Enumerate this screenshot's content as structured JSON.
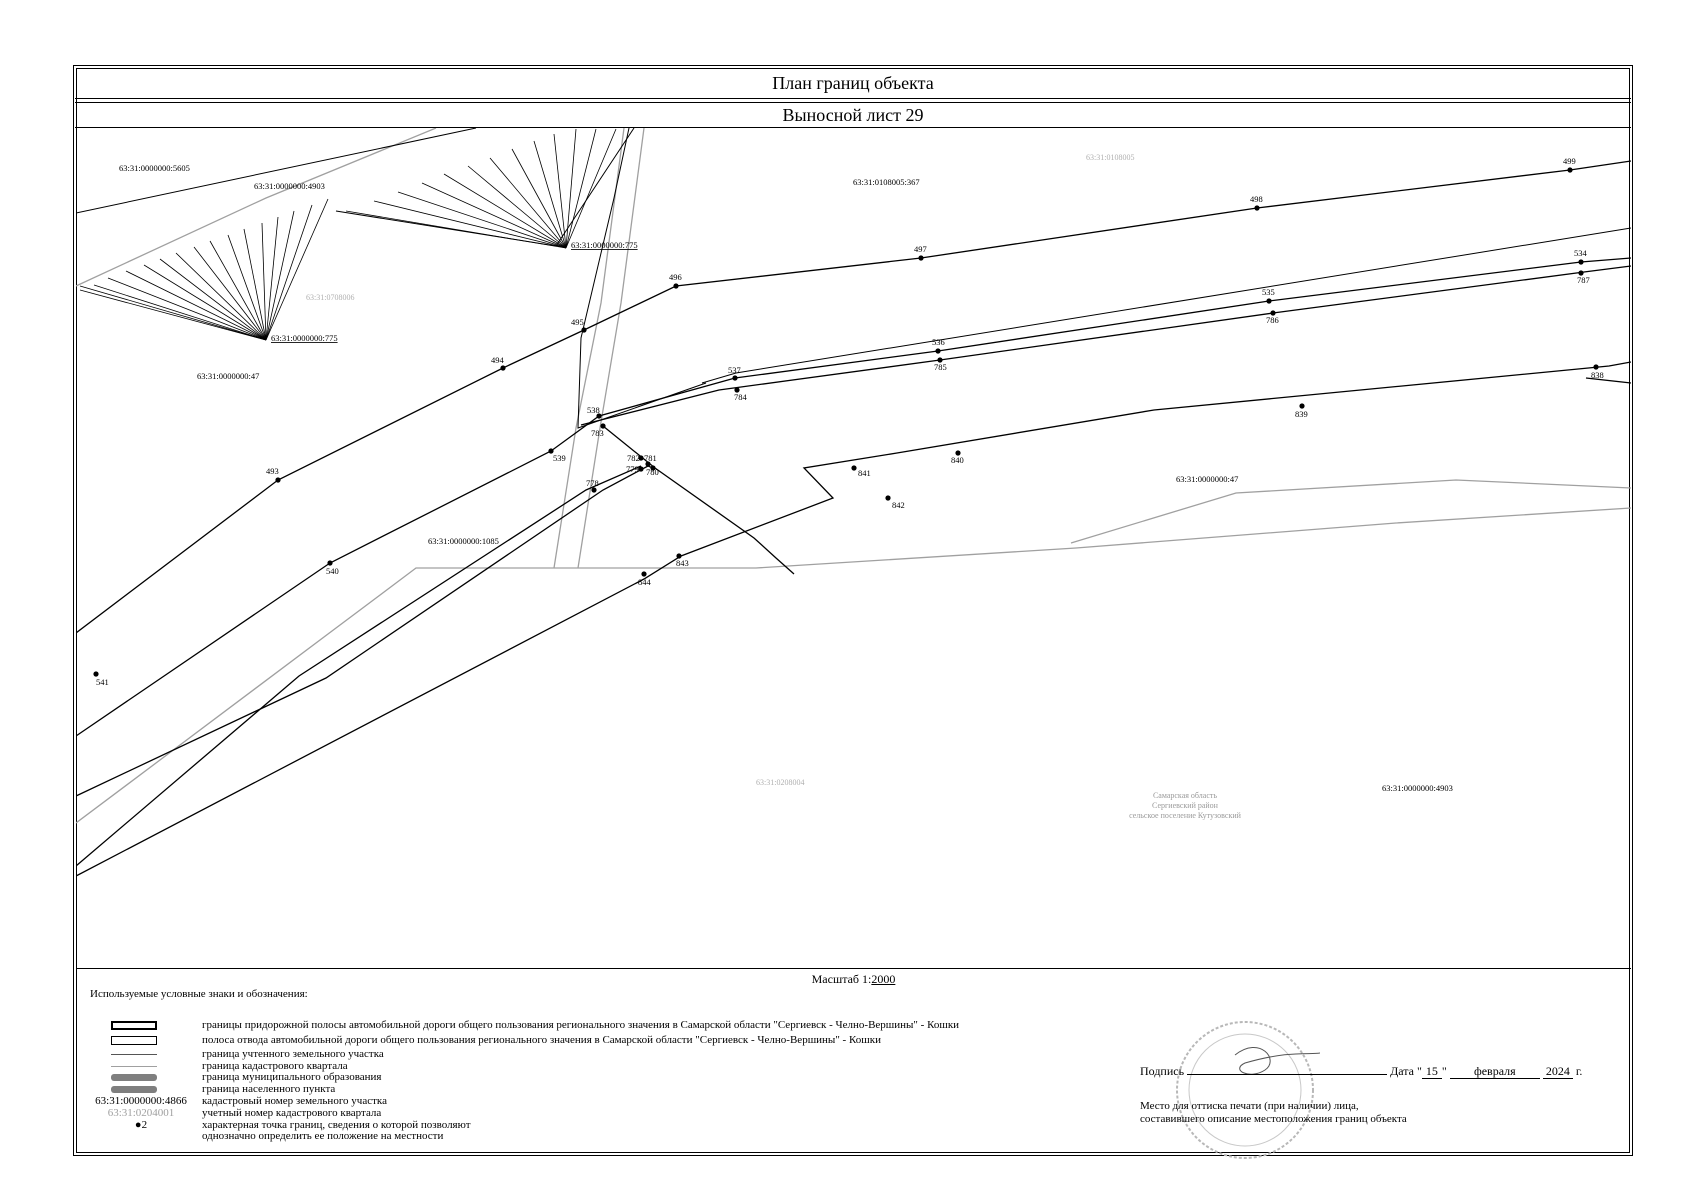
{
  "header": {
    "title": "План границ объекта",
    "subtitle": "Выносной лист 29"
  },
  "map": {
    "parcel_labels": [
      "63:31:0000000:5605",
      "63:31:0000000:4903",
      "63:31:0108005:367",
      "63:31:0000000:775",
      "63:31:0000000:775",
      "63:31:0000000:47",
      "63:31:0000000:47",
      "63:31:0000000:1085",
      "63:31:0000000:4903"
    ],
    "quarter_labels": [
      "63:31:0108005",
      "63:31:0708006",
      "63:31:0208004"
    ],
    "admin_label": [
      "Самарская область",
      "Сергиевский район",
      "сельское поселение Кутузовский"
    ],
    "points": [
      "499",
      "498",
      "497",
      "496",
      "495",
      "494",
      "493",
      "534",
      "787",
      "535",
      "786",
      "536",
      "785",
      "537",
      "784",
      "538",
      "783",
      "539",
      "540",
      "541",
      "782",
      "781",
      "779",
      "780",
      "778",
      "838",
      "839",
      "840",
      "841",
      "842",
      "843",
      "844"
    ]
  },
  "scale": {
    "label": "Масштаб 1:",
    "value": "2000"
  },
  "legend": {
    "title": "Используемые условные знаки и обозначения:",
    "items": [
      "границы придорожной полосы автомобильной дороги общего пользования регионального значения в Самарской области \"Сергиевск - Челно-Вершины\" - Кошки",
      "полоса отвода автомобильной дороги общего пользования регионального значения в Самарской области \"Сергиевск - Челно-Вершины\" - Кошки",
      "граница учтенного земельного участка",
      "граница кадастрового квартала",
      "граница муниципального образования",
      "граница населенного пункта",
      "кадастровый номер земельного участка",
      "учетный номер кадастрового квартала",
      "характерная точка границ, сведения о которой позволяют",
      "однозначно определить ее положение на местности"
    ],
    "sample_parcel": "63:31:0000000:4866",
    "sample_quarter": "63:31:0204001",
    "sample_point": "2"
  },
  "signature": {
    "sign_label": "Подпись",
    "date_label": "Дата \"",
    "day": "15",
    "quote_close": "\"",
    "month": "февраля",
    "year": "2024",
    "year_suffix": "г.",
    "place_note_1": "Место для оттиска печати (при наличии) лица,",
    "place_note_2": "составившего описание местоположения границ объекта"
  },
  "colors": {
    "line": "#000000",
    "quarter_line": "#9a9a9a",
    "quarter_text": "#b0b0b0",
    "admin_bar": "#7f7f7f"
  }
}
